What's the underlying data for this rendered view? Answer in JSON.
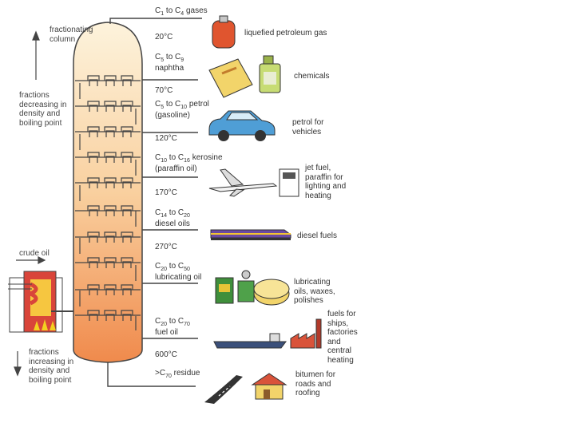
{
  "side_labels": {
    "column": "fractionating\ncolumn",
    "decreasing": "fractions\ndecreasing in\ndensity and\nboiling point",
    "crude_oil": "crude oil",
    "increasing": "fractions\nincreasing in\ndensity and\nboiling point"
  },
  "temperatures": [
    "20°C",
    "70°C",
    "120°C",
    "170°C",
    "270°C",
    "600°C"
  ],
  "fractions": [
    {
      "pre": "C",
      "a": "1",
      "mid": " to C",
      "b": "4",
      "post": " gases"
    },
    {
      "pre": "C",
      "a": "5",
      "mid": " to C",
      "b": "9",
      "post": "\nnaphtha"
    },
    {
      "pre": "C",
      "a": "5",
      "mid": " to C",
      "b": "10",
      "post": " petrol\n(gasoline)"
    },
    {
      "pre": "C",
      "a": "10",
      "mid": " to C",
      "b": "16",
      "post": " kerosine\n(paraffin oil)"
    },
    {
      "pre": "C",
      "a": "14",
      "mid": " to C",
      "b": "20",
      "post": "\ndiesel oils"
    },
    {
      "pre": "C",
      "a": "20",
      "mid": " to C",
      "b": "50",
      "post": "\nlubricating oil"
    },
    {
      "pre": "C",
      "a": "20",
      "mid": " to C",
      "b": "70",
      "post": "\nfuel oil"
    },
    {
      "pre": ">C",
      "a": "70",
      "mid": "",
      "b": "",
      "post": " residue"
    }
  ],
  "uses": [
    "liquefied petroleum gas",
    "chemicals",
    "petrol for\nvehicles",
    "jet fuel,\nparaffin for\nlighting and\nheating",
    "diesel fuels",
    "lubricating\noils, waxes,\npolishes",
    "fuels for\nships,\nfactories\nand\ncentral\nheating",
    "bitumen for\nroads and\nroofing"
  ],
  "icons": [
    "gas-cylinder-icon",
    "chemical-bag-icon",
    "chemical-bottle-icon",
    "car-icon",
    "aeroplane-icon",
    "heater-icon",
    "train-icon",
    "oil-can-icon",
    "polish-tin-icon",
    "ship-icon",
    "factory-icon",
    "road-icon",
    "house-icon"
  ],
  "colors": {
    "column_top": "#fdf1d6",
    "column_bottom": "#f0894a",
    "furnace": "#d9453a",
    "flame": "#f3d020",
    "line": "#555555"
  }
}
